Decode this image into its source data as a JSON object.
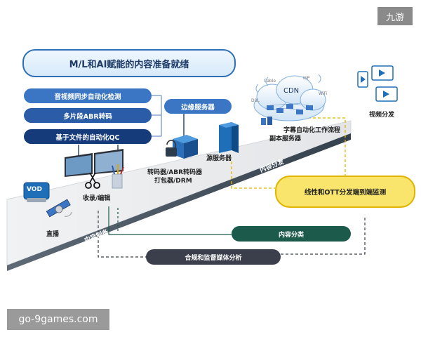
{
  "watermark_top": "九游",
  "watermark_bottom": "go-9games.com",
  "banner": "M/L和AI赋能的内容准备就绪",
  "pills": {
    "av_sync": "音视频同步自动化检测",
    "abr": "多片段ABR转码",
    "file_qc": "基于文件的自动化QC",
    "edge": "边缘服务器"
  },
  "labels": {
    "vod": "VOD",
    "live": "直播",
    "ingest_edit": "收录/编辑",
    "transcode": "转码器/ABR转码器",
    "packager": "打包器/DRM",
    "origin": "源服务器",
    "subtitle_workflow": "字幕自动化工作流程",
    "replica_server": "副本服务器",
    "cdn": "CDN",
    "cable": "Cable",
    "isp": "ISP",
    "dsl": "DSL",
    "wifi": "WiFi",
    "video_distribution": "视频分发",
    "content_prep": "内容制备",
    "content_distribution": "内容分发"
  },
  "boxes": {
    "monitoring": "线性和OTT分发端到端监测",
    "content_classification": "内容分类",
    "compliance_analysis": "合规和监督媒体分析"
  },
  "colors": {
    "pill_light": "#3b76c4",
    "pill_mid": "#2a5ca8",
    "pill_dark": "#163b7a",
    "monitor_fill": "#f9e56b",
    "monitor_border": "#e0b400",
    "classify_fill": "#1c5a4b",
    "compliance_fill": "#3a3f4b"
  }
}
